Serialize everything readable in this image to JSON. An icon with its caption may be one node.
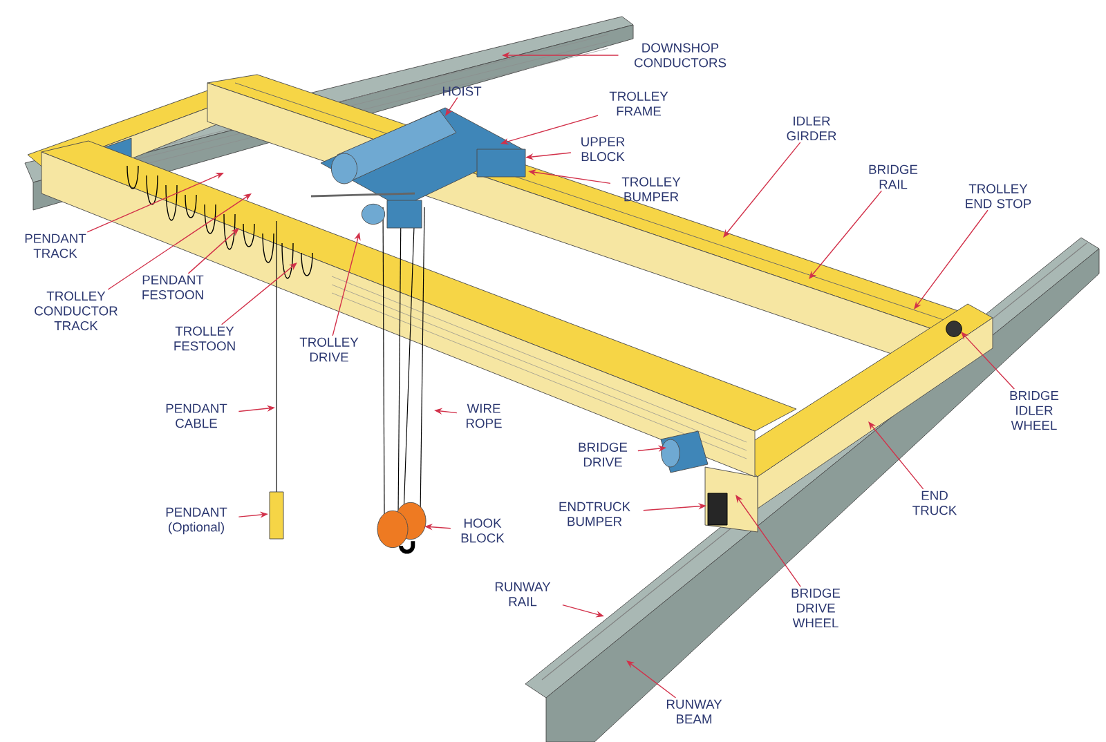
{
  "diagram": {
    "nodes": [
      {
        "text": [
          "DOWNSHOP CONDUCTORS"
        ]
      },
      {
        "text": [
          "HOIST"
        ]
      },
      {
        "text": [
          "TROLLEY FRAME"
        ]
      },
      {
        "text": [
          "UPPER BLOCK"
        ]
      },
      {
        "text": [
          "TROLLEY BUMPER"
        ]
      },
      {
        "text": [
          "IDLER GIRDER"
        ]
      },
      {
        "text": [
          "BRIDGE RAIL"
        ]
      },
      {
        "text": [
          "TROLLEY END STOP"
        ]
      },
      {
        "text": [
          "PENDANT TRACK"
        ]
      },
      {
        "text": [
          "PENDANT FESTOON"
        ]
      },
      {
        "text": [
          "TROLLEY CONDUCTOR TRACK"
        ]
      },
      {
        "text": [
          "TROLLEY FESTOON"
        ]
      },
      {
        "text": [
          "TROLLEY DRIVE"
        ]
      },
      {
        "text": [
          "BRIDGE IDLER WHEEL"
        ]
      },
      {
        "text": [
          "PENDANT CABLE"
        ]
      },
      {
        "text": [
          "WIRE ROPE"
        ]
      },
      {
        "text": [
          "BRIDGE DRIVE"
        ]
      },
      {
        "text": [
          "END TRUCK"
        ]
      },
      {
        "text": [
          "ENDTRUCK BUMPER"
        ]
      },
      {
        "text": [
          "PENDANT (Optional)"
        ]
      },
      {
        "text": [
          "HOOK BLOCK"
        ]
      },
      {
        "text": [
          "RUNWAY RAIL"
        ]
      },
      {
        "text": [
          "BRIDGE DRIVE WHEEL"
        ]
      },
      {
        "text": [
          "RUNWAY BEAM"
        ]
      }
    ],
    "edges": [
      {
        "from": 0,
        "to": null,
        "arrow": "to"
      },
      {
        "from": 1,
        "to": null,
        "arrow": "to"
      },
      {
        "from": 2,
        "to": null,
        "arrow": "to"
      },
      {
        "from": 3,
        "to": null,
        "arrow": "to"
      },
      {
        "from": 4,
        "to": null,
        "arrow": "to"
      },
      {
        "from": 5,
        "to": null,
        "arrow": "to"
      },
      {
        "from": 6,
        "to": null,
        "arrow": "to"
      },
      {
        "from": 7,
        "to": null,
        "arrow": "to"
      },
      {
        "from": 8,
        "to": null,
        "arrow": "to"
      },
      {
        "from": 9,
        "to": null,
        "arrow": "to"
      },
      {
        "from": 10,
        "to": null,
        "arrow": "to"
      },
      {
        "from": 11,
        "to": null,
        "arrow": "to"
      },
      {
        "from": 12,
        "to": null,
        "arrow": "to"
      },
      {
        "from": 13,
        "to": null,
        "arrow": "to"
      },
      {
        "from": 14,
        "to": null,
        "arrow": "to"
      },
      {
        "from": 15,
        "to": null,
        "arrow": "to"
      },
      {
        "from": 16,
        "to": null,
        "arrow": "to"
      },
      {
        "from": 17,
        "to": null,
        "arrow": "to"
      },
      {
        "from": 18,
        "to": null,
        "arrow": "to"
      },
      {
        "from": 19,
        "to": null,
        "arrow": "to"
      },
      {
        "from": 20,
        "to": null,
        "arrow": "to"
      },
      {
        "from": 21,
        "to": null,
        "arrow": "to"
      },
      {
        "from": 22,
        "to": null,
        "arrow": "to"
      },
      {
        "from": 23,
        "to": null,
        "arrow": "to"
      }
    ]
  }
}
